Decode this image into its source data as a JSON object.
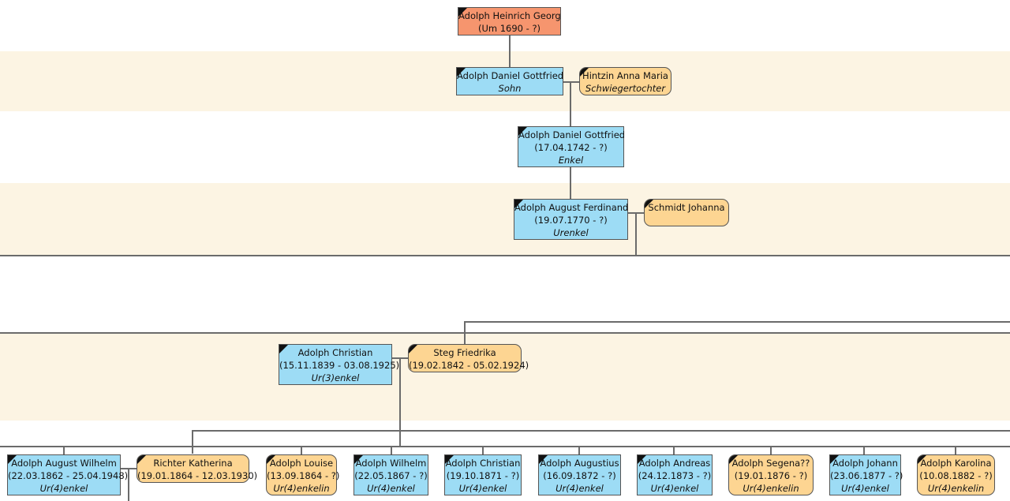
{
  "tree": {
    "root": {
      "name": "Adolph Heinrich Georg",
      "dates": "(Um 1690 - ?)"
    },
    "gen1": {
      "person": {
        "name": "Adolph Daniel Gottfried",
        "relation": "Sohn"
      },
      "spouse": {
        "name": "Hintzin Anna Maria",
        "relation": "Schwiegertochter"
      }
    },
    "gen2": {
      "person": {
        "name": "Adolph Daniel Gottfried",
        "dates": "(17.04.1742 - ?)",
        "relation": "Enkel"
      }
    },
    "gen3": {
      "person": {
        "name": "Adolph August Ferdinand",
        "dates": "(19.07.1770 - ?)",
        "relation": "Urenkel"
      },
      "spouse": {
        "name": "Schmidt Johanna"
      }
    },
    "gen5": {
      "person": {
        "name": "Adolph Christian",
        "dates": "(15.11.1839 - 03.08.1925)",
        "relation": "Ur(3)enkel"
      },
      "spouse": {
        "name": "Steg Friedrika",
        "dates": "(19.02.1842 - 05.02.1924)"
      }
    },
    "gen6": [
      {
        "name": "Adolph August Wilhelm",
        "dates": "(22.03.1862 - 25.04.1948)",
        "relation": "Ur(4)enkel",
        "sex": "m"
      },
      {
        "name": "Richter Katherina",
        "dates": "(19.01.1864 - 12.03.1930)",
        "relation": "",
        "sex": "f"
      },
      {
        "name": "Adolph Louise",
        "dates": "(13.09.1864 - ?)",
        "relation": "Ur(4)enkelin",
        "sex": "f"
      },
      {
        "name": "Adolph Wilhelm",
        "dates": "(22.05.1867 - ?)",
        "relation": "Ur(4)enkel",
        "sex": "m"
      },
      {
        "name": "Adolph Christian",
        "dates": "(19.10.1871 - ?)",
        "relation": "Ur(4)enkel",
        "sex": "m"
      },
      {
        "name": "Adolph Augustius",
        "dates": "(16.09.1872 - ?)",
        "relation": "Ur(4)enkel",
        "sex": "m"
      },
      {
        "name": "Adolph Andreas",
        "dates": "(24.12.1873 - ?)",
        "relation": "Ur(4)enkel",
        "sex": "m"
      },
      {
        "name": "Adolph Segena??",
        "dates": "(19.01.1876 - ?)",
        "relation": "Ur(4)enkelin",
        "sex": "f"
      },
      {
        "name": "Adolph Johann",
        "dates": "(23.06.1877 - ?)",
        "relation": "Ur(4)enkel",
        "sex": "m"
      },
      {
        "name": "Adolph Karolina",
        "dates": "(10.08.1882 - ?)",
        "relation": "Ur(4)enkelin",
        "sex": "f"
      }
    ]
  },
  "colors": {
    "male": "#9ddcf5",
    "female": "#fdd592",
    "root": "#f6956e",
    "band": "#fcf4e3",
    "line": "#6b6b6b"
  }
}
